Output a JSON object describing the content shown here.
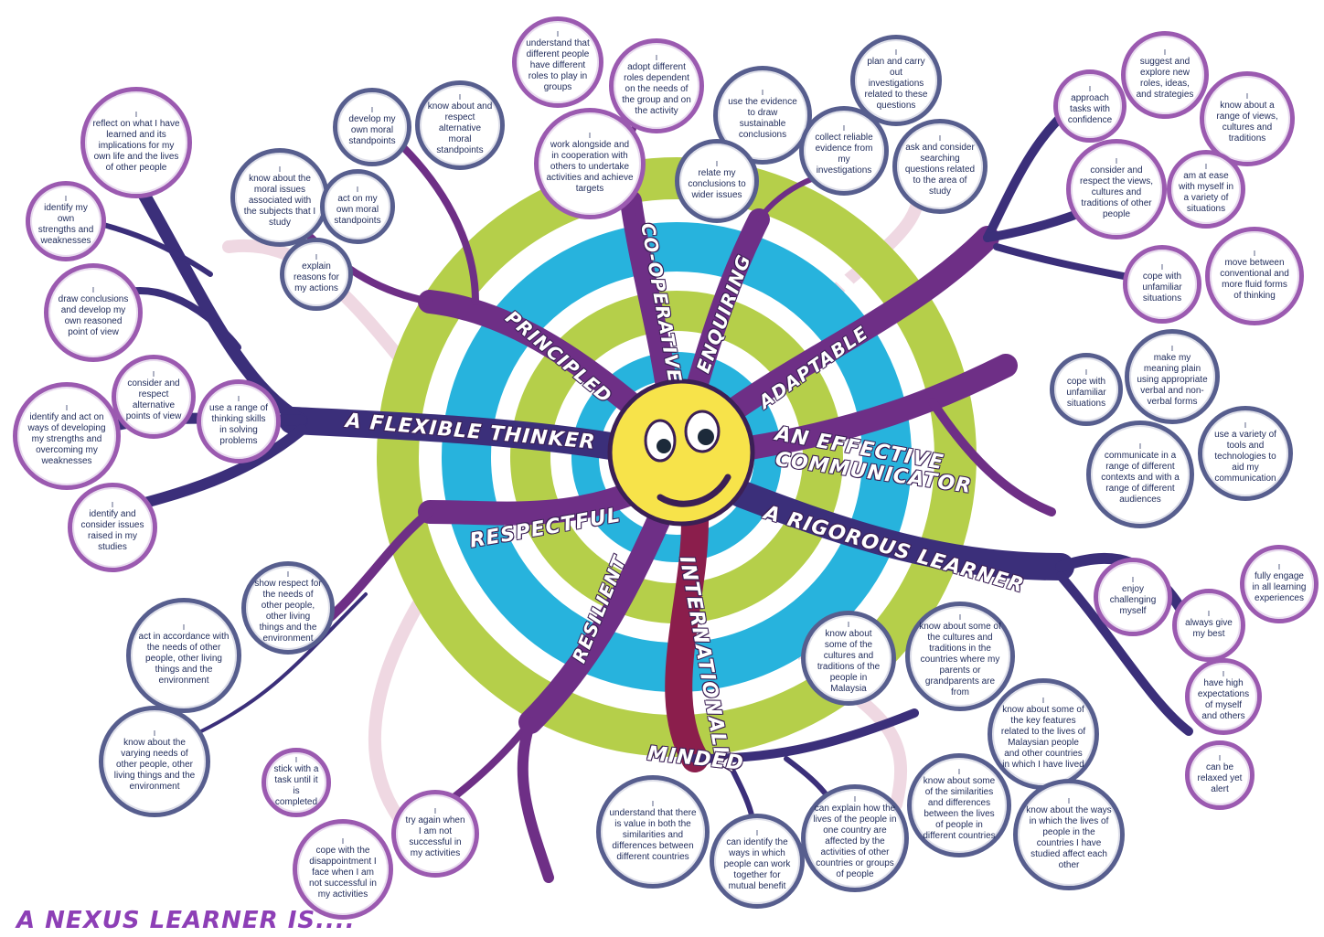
{
  "colors": {
    "accent_purple": "#8d3fb6",
    "branch_purple": "#6e2f86",
    "branch_navy": "#3b2f7a",
    "ring_cyan": "#27b3dd",
    "ring_green": "#b5cf4a",
    "smiley_yellow": "#f7e34a"
  },
  "footer_title": "A NEXUS LEARNER IS....",
  "center_icon": "smiley-face-icon",
  "branches": [
    {
      "id": "flexible",
      "label": "A FLEXIBLE THINKER"
    },
    {
      "id": "principled",
      "label": "PRINCIPLED"
    },
    {
      "id": "cooperative",
      "label": "CO-OPERATIVE"
    },
    {
      "id": "enquiring",
      "label": "ENQUIRING"
    },
    {
      "id": "adaptable",
      "label": "ADAPTABLE"
    },
    {
      "id": "communicator1",
      "label": "AN EFFECTIVE"
    },
    {
      "id": "communicator2",
      "label": "COMMUNICATOR"
    },
    {
      "id": "rigorous",
      "label": "A RIGOROUS LEARNER"
    },
    {
      "id": "respectful",
      "label": "RESPECTFUL"
    },
    {
      "id": "resilient",
      "label": "RESILIENT"
    },
    {
      "id": "international",
      "label": "INTERNATIONALLY"
    },
    {
      "id": "minded",
      "label": "MINDED"
    }
  ],
  "bubbles": [
    {
      "text": "reflect on what I have learned and its implications for my own life and the lives of other people"
    },
    {
      "text": "identify my own strengths and weaknesses"
    },
    {
      "text": "draw conclusions and develop my own reasoned point of view"
    },
    {
      "text": "consider and respect alternative points of view"
    },
    {
      "text": "use a range of thinking skills in solving problems"
    },
    {
      "text": "identify and act on ways of developing my strengths and overcoming my weaknesses"
    },
    {
      "text": "identify and consider issues raised in my studies"
    },
    {
      "text": "know about the moral issues associated with the subjects that I study"
    },
    {
      "text": "develop my own moral standpoints"
    },
    {
      "text": "know about and respect alternative moral standpoints"
    },
    {
      "text": "act on my own moral standpoints"
    },
    {
      "text": "explain reasons for my actions"
    },
    {
      "text": "understand that different people have different roles to play in groups"
    },
    {
      "text": "adopt different roles dependent on the needs of the group and on the activity"
    },
    {
      "text": "work alongside and in cooperation with others to undertake activities and achieve targets"
    },
    {
      "text": "use the evidence to draw sustainable conclusions"
    },
    {
      "text": "relate my conclusions to wider issues"
    },
    {
      "text": "plan and carry out investigations related to these questions"
    },
    {
      "text": "collect reliable evidence from my investigations"
    },
    {
      "text": "ask and consider searching questions related to the area of study"
    },
    {
      "text": "approach tasks with confidence"
    },
    {
      "text": "suggest and explore new roles, ideas, and strategies"
    },
    {
      "text": "know about a range of views, cultures and traditions"
    },
    {
      "text": "consider and respect the views, cultures and traditions of other people"
    },
    {
      "text": "am at ease with myself in a variety of situations"
    },
    {
      "text": "cope with unfamiliar situations"
    },
    {
      "text": "move between conventional and more fluid forms of thinking"
    },
    {
      "text": "cope with unfamiliar situations"
    },
    {
      "text": "make my meaning plain using appropriate verbal and non-verbal forms"
    },
    {
      "text": "use a variety of tools and technologies to aid my communication"
    },
    {
      "text": "communicate in a range of different contexts and with a range of different audiences"
    },
    {
      "text": "enjoy challenging myself"
    },
    {
      "text": "always give my best"
    },
    {
      "text": "fully engage in all learning experiences"
    },
    {
      "text": "have high expectations of myself and others"
    },
    {
      "text": "can be relaxed yet alert"
    },
    {
      "text": "know about some of the cultures and traditions of the people in Malaysia"
    },
    {
      "text": "know about some of the cultures and traditions in the countries where my parents or grandparents are from"
    },
    {
      "text": "know about some of the key features related to the lives of Malaysian people and other countries in which I have lived"
    },
    {
      "text": "know about some of the similarities and differences between the lives of people in different countries"
    },
    {
      "text": "know about the ways in which the lives of people in the countries I have studied affect each other"
    },
    {
      "text": "can explain how the lives of the people in one country are affected by the activities of other countries or groups of people"
    },
    {
      "text": "can identify the ways in which people can work together for mutual benefit"
    },
    {
      "text": "understand that there is value in both the similarities and differences between different countries"
    },
    {
      "text": "show respect for the needs of other people, other living things and the environment"
    },
    {
      "text": "act in accordance with the needs of other people, other living things and the environment"
    },
    {
      "text": "know about the varying needs of other people, other living things and the environment"
    },
    {
      "text": "stick with a task until it is completed"
    },
    {
      "text": "try again when I am not successful in my activities"
    },
    {
      "text": "cope with the disappointment I face when I am not successful in my activities"
    }
  ]
}
